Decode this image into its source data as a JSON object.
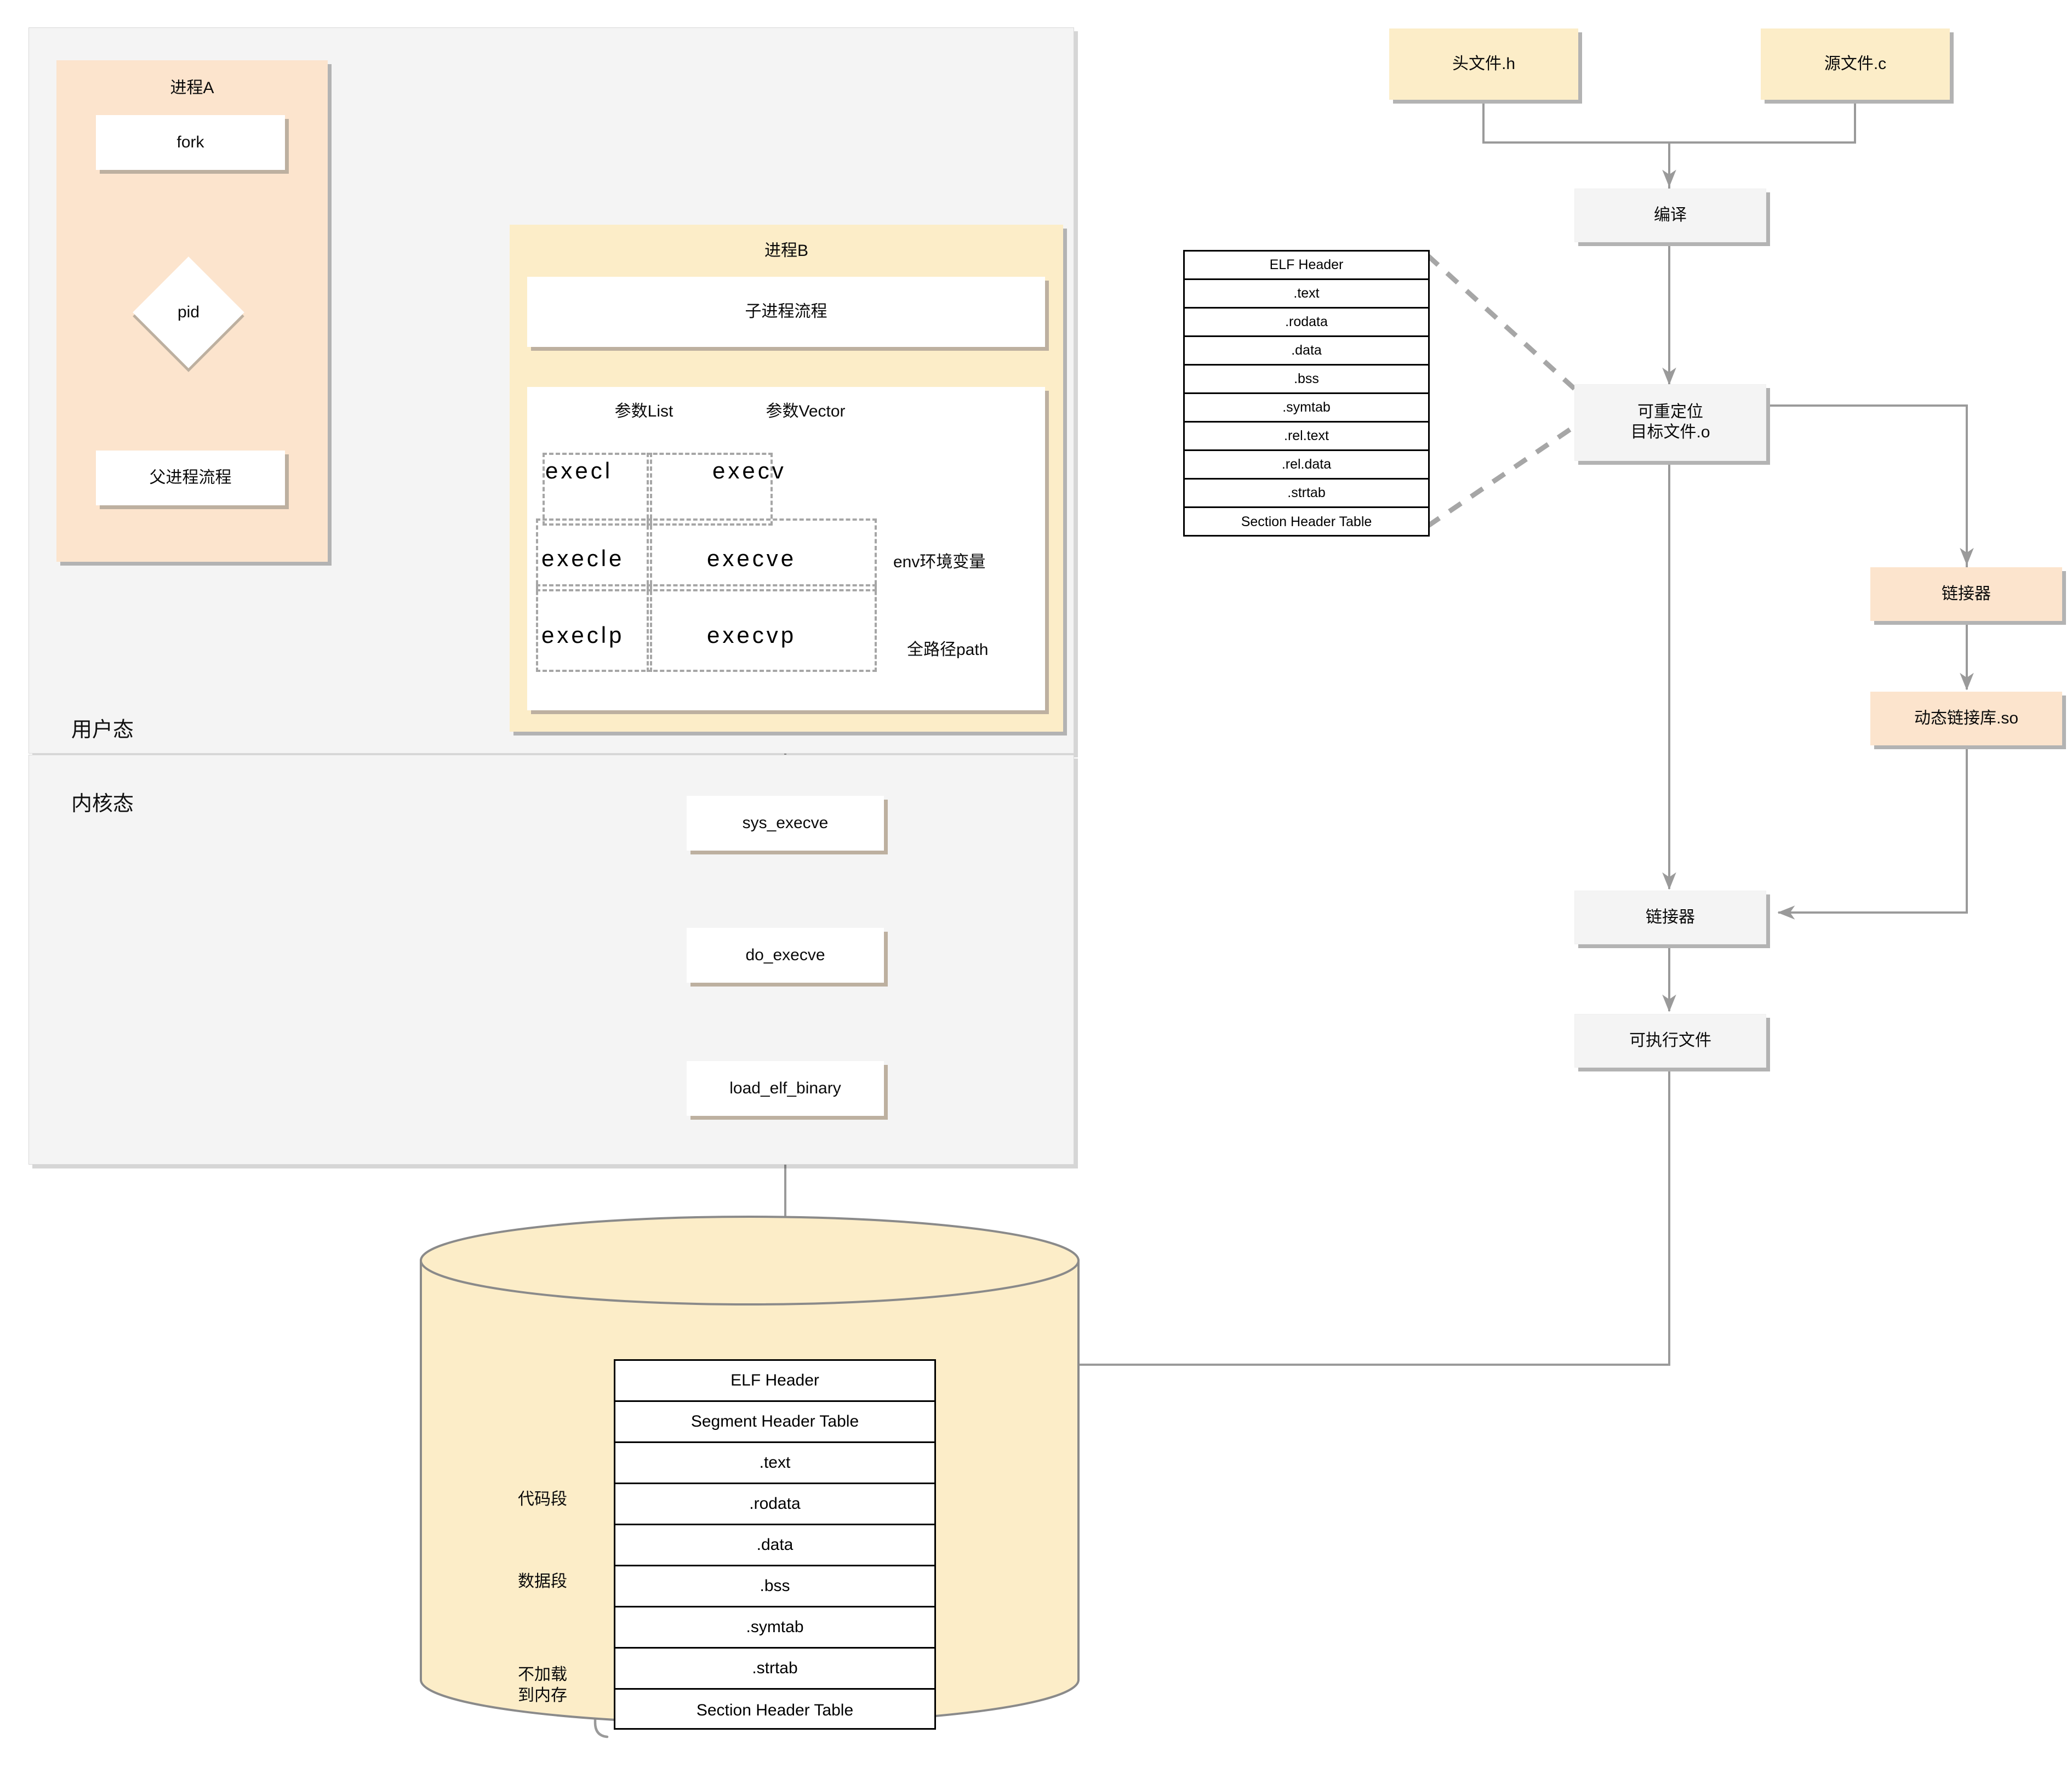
{
  "user_kernel": {
    "user_mode_label": "用户态",
    "kernel_mode_label": "内核态"
  },
  "process_a": {
    "title": "进程A",
    "fork_label": "fork",
    "pid_label": "pid",
    "parent_flow_label": "父进程流程"
  },
  "process_b": {
    "title": "进程B",
    "child_flow_label": "子进程流程",
    "arg_list_header": "参数List",
    "arg_vector_header": "参数Vector",
    "exec_grid": [
      [
        "execl",
        "execv"
      ],
      [
        "execle",
        "execve"
      ],
      [
        "execlp",
        "execvp"
      ]
    ],
    "row_notes": [
      "",
      "env环境变量",
      "全路径path"
    ]
  },
  "kernel_calls": {
    "sys_execve": "sys_execve",
    "do_execve": "do_execve",
    "load_elf_binary": "load_elf_binary"
  },
  "compile_flow": {
    "header_file": "头文件.h",
    "source_file": "源文件.c",
    "compile": "编译",
    "relocatable_object": "可重定位\n目标文件.o",
    "relocatable_object_line1": "可重定位",
    "relocatable_object_line2": "目标文件.o",
    "linker_dynamic": "链接器",
    "shared_object": "动态链接库.so",
    "linker_final": "链接器",
    "executable": "可执行文件"
  },
  "object_file_sections": {
    "rows": [
      "ELF Header",
      ".text",
      ".rodata",
      ".data",
      ".bss",
      ".symtab",
      ".rel.text",
      ".rel.data",
      ".strtab",
      "Section Header Table"
    ]
  },
  "memory_image": {
    "rows": [
      "ELF Header",
      "Segment Header Table",
      ".text",
      ".rodata",
      ".data",
      ".bss",
      ".symtab",
      ".strtab",
      "Section Header Table"
    ],
    "segment_labels": {
      "code_segment": "代码段",
      "data_segment": "数据段",
      "not_loaded_line1": "不加载",
      "not_loaded_line2": "到内存"
    }
  },
  "colors": {
    "panel_bg": "#f4f4f4",
    "orange": "#fce4cd",
    "yellow": "#fcedc8",
    "gray_node": "#f4f4f4",
    "white_node": "#ffffff",
    "arrow": "#9a9a9a",
    "border_dark": "#000000"
  }
}
